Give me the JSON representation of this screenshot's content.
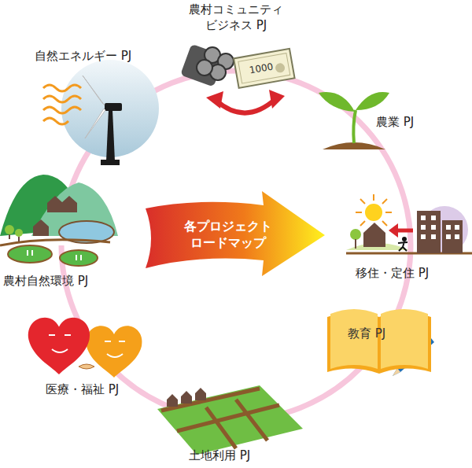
{
  "diagram": {
    "nodes": [
      {
        "text": [
          "各プロジェクト ロードマップ"
        ]
      },
      {
        "text": [
          "教育 PJ"
        ]
      }
    ],
    "labels": [
      "農村コミュニティ ビジネス PJ",
      "1000",
      "自然エネルギー PJ",
      "農業 PJ",
      "農村自然環境 PJ",
      "移住・定住 PJ",
      "医療・福祉 PJ",
      "土地利用 PJ"
    ]
  }
}
